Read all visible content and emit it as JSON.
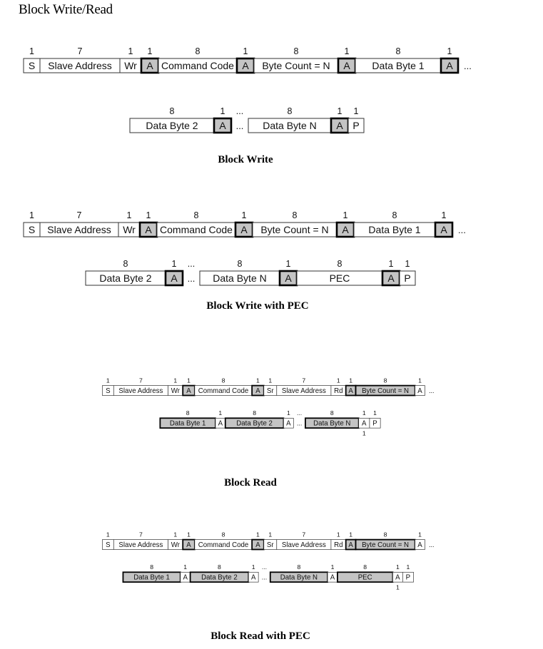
{
  "title": "Block Write/Read",
  "colors": {
    "slave_driven_fill": "#c4c4c4",
    "master_driven_fill": "#ffffff",
    "slave_border": "#000000",
    "line": "#333333"
  },
  "legend_note": "",
  "diagrams": [
    {
      "caption": "Block Write",
      "rows": [
        {
          "fields": [
            {
              "label": "S",
              "bits": "1",
              "slave": false
            },
            {
              "label": "Slave Address",
              "bits": "7",
              "slave": false
            },
            {
              "label": "Wr",
              "bits": "1",
              "slave": false
            },
            {
              "label": "A",
              "bits": "1",
              "slave": true,
              "emph": true
            },
            {
              "label": "Command Code",
              "bits": "8",
              "slave": false
            },
            {
              "label": "A",
              "bits": "1",
              "slave": true,
              "emph": true
            },
            {
              "label": "Byte Count = N",
              "bits": "8",
              "slave": false
            },
            {
              "label": "A",
              "bits": "1",
              "slave": true,
              "emph": true
            },
            {
              "label": "Data Byte 1",
              "bits": "8",
              "slave": false
            },
            {
              "label": "A",
              "bits": "1",
              "slave": true,
              "emph": true
            }
          ],
          "trailing": "..."
        },
        {
          "fields": [
            {
              "label": "Data Byte 2",
              "bits": "8",
              "slave": false
            },
            {
              "label": "A",
              "bits": "1",
              "slave": true,
              "emph": true
            },
            {
              "label": "...",
              "bits": "...",
              "gap": true
            },
            {
              "label": "Data Byte N",
              "bits": "8",
              "slave": false
            },
            {
              "label": "A",
              "bits": "1",
              "slave": true,
              "emph": true
            },
            {
              "label": "P",
              "bits": "1",
              "slave": false
            }
          ]
        }
      ]
    },
    {
      "caption": "Block Write with PEC",
      "rows": [
        {
          "fields": [
            {
              "label": "S",
              "bits": "1",
              "slave": false
            },
            {
              "label": "Slave Address",
              "bits": "7",
              "slave": false
            },
            {
              "label": "Wr",
              "bits": "1",
              "slave": false
            },
            {
              "label": "A",
              "bits": "1",
              "slave": true,
              "emph": true
            },
            {
              "label": "Command Code",
              "bits": "8",
              "slave": false
            },
            {
              "label": "A",
              "bits": "1",
              "slave": true,
              "emph": true
            },
            {
              "label": "Byte Count = N",
              "bits": "8",
              "slave": false
            },
            {
              "label": "A",
              "bits": "1",
              "slave": true,
              "emph": true
            },
            {
              "label": "Data Byte 1",
              "bits": "8",
              "slave": false
            },
            {
              "label": "A",
              "bits": "1",
              "slave": true,
              "emph": true
            }
          ],
          "trailing": "..."
        },
        {
          "fields": [
            {
              "label": "Data Byte 2",
              "bits": "8",
              "slave": false
            },
            {
              "label": "A",
              "bits": "1",
              "slave": true,
              "emph": true
            },
            {
              "label": "...",
              "bits": "...",
              "gap": true
            },
            {
              "label": "Data Byte N",
              "bits": "8",
              "slave": false
            },
            {
              "label": "A",
              "bits": "1",
              "slave": true,
              "emph": true
            },
            {
              "label": "PEC",
              "bits": "8",
              "slave": false
            },
            {
              "label": "A",
              "bits": "1",
              "slave": true,
              "emph": true
            },
            {
              "label": "P",
              "bits": "1",
              "slave": false
            }
          ]
        }
      ]
    },
    {
      "caption": "Block Read",
      "rows": [
        {
          "fields": [
            {
              "label": "S",
              "bits": "1",
              "slave": false
            },
            {
              "label": "Slave Address",
              "bits": "7",
              "slave": false
            },
            {
              "label": "Wr",
              "bits": "1",
              "slave": false
            },
            {
              "label": "A",
              "bits": "1",
              "slave": true,
              "emph": true
            },
            {
              "label": "Command Code",
              "bits": "8",
              "slave": false
            },
            {
              "label": "A",
              "bits": "1",
              "slave": true,
              "emph": true
            },
            {
              "label": "Sr",
              "bits": "1",
              "slave": false
            },
            {
              "label": "Slave Address",
              "bits": "7",
              "slave": false
            },
            {
              "label": "Rd",
              "bits": "1",
              "slave": false
            },
            {
              "label": "A",
              "bits": "1",
              "slave": true,
              "emph": true
            },
            {
              "label": "Byte Count = N",
              "bits": "8",
              "slave": true,
              "emph": true
            },
            {
              "label": "A",
              "bits": "1",
              "slave": false
            }
          ],
          "trailing": "..."
        },
        {
          "fields": [
            {
              "label": "Data Byte 1",
              "bits": "8",
              "slave": true,
              "emph": true
            },
            {
              "label": "A",
              "bits": "1",
              "slave": false
            },
            {
              "label": "Data Byte 2",
              "bits": "8",
              "slave": true,
              "emph": true
            },
            {
              "label": "A",
              "bits": "1",
              "slave": false
            },
            {
              "label": "...",
              "bits": "...",
              "gap": true
            },
            {
              "label": "Data Byte N",
              "bits": "8",
              "slave": true,
              "emph": true
            },
            {
              "label": "A",
              "bits": "1",
              "slave": false,
              "below": "1"
            },
            {
              "label": "P",
              "bits": "1",
              "slave": false
            }
          ]
        }
      ]
    },
    {
      "caption": "Block Read with PEC",
      "rows": [
        {
          "fields": [
            {
              "label": "S",
              "bits": "1",
              "slave": false
            },
            {
              "label": "Slave Address",
              "bits": "7",
              "slave": false
            },
            {
              "label": "Wr",
              "bits": "1",
              "slave": false
            },
            {
              "label": "A",
              "bits": "1",
              "slave": true,
              "emph": true
            },
            {
              "label": "Command Code",
              "bits": "8",
              "slave": false
            },
            {
              "label": "A",
              "bits": "1",
              "slave": true,
              "emph": true
            },
            {
              "label": "Sr",
              "bits": "1",
              "slave": false
            },
            {
              "label": "Slave Address",
              "bits": "7",
              "slave": false
            },
            {
              "label": "Rd",
              "bits": "1",
              "slave": false
            },
            {
              "label": "A",
              "bits": "1",
              "slave": true,
              "emph": true
            },
            {
              "label": "Byte Count = N",
              "bits": "8",
              "slave": true,
              "emph": true
            },
            {
              "label": "A",
              "bits": "1",
              "slave": false
            }
          ],
          "trailing": "..."
        },
        {
          "fields": [
            {
              "label": "Data Byte 1",
              "bits": "8",
              "slave": true,
              "emph": true
            },
            {
              "label": "A",
              "bits": "1",
              "slave": false
            },
            {
              "label": "Data Byte 2",
              "bits": "8",
              "slave": true,
              "emph": true
            },
            {
              "label": "A",
              "bits": "1",
              "slave": false
            },
            {
              "label": "...",
              "bits": "...",
              "gap": true
            },
            {
              "label": "Data Byte N",
              "bits": "8",
              "slave": true,
              "emph": true
            },
            {
              "label": "A",
              "bits": "1",
              "slave": false
            },
            {
              "label": "PEC",
              "bits": "8",
              "slave": true,
              "emph": true
            },
            {
              "label": "A",
              "bits": "1",
              "slave": false,
              "below": "1"
            },
            {
              "label": "P",
              "bits": "1",
              "slave": false
            }
          ]
        }
      ]
    }
  ]
}
